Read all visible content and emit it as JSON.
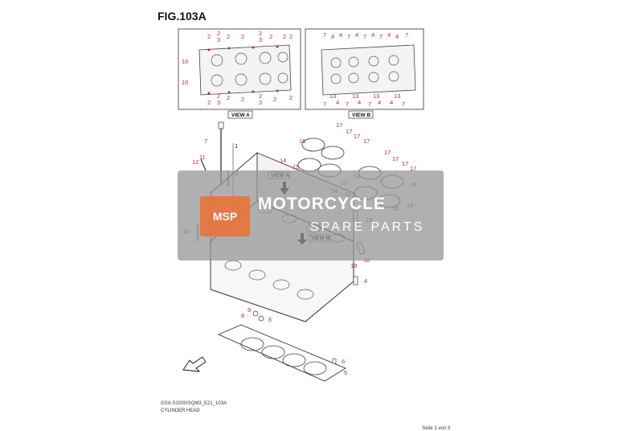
{
  "figure": {
    "title": "FIG.103A"
  },
  "views": {
    "a_label": "VIEW A",
    "b_label": "VIEW B"
  },
  "watermark": {
    "logo": "MSP",
    "line1": "MOTORCYCLE",
    "line2": "SPARE PARTS"
  },
  "footer": {
    "code": "GSX-S1000/SQM3_E21_103A",
    "name": "CYLINDER HEAD",
    "page": "Seite 1 von 3"
  },
  "callouts": {
    "c1": "1",
    "c2": "2",
    "c3": "3",
    "c4": "4",
    "c5": "5",
    "c6": "6",
    "c7": "7",
    "c8": "8",
    "c9": "9",
    "c10": "10",
    "c11": "11",
    "c12": "12",
    "c13": "13",
    "c14": "14",
    "c15": "15",
    "c16": "16",
    "c17": "17",
    "c18": "18",
    "c19": "19"
  },
  "colors": {
    "callout": "#b5302b",
    "line": "#333333",
    "watermark": "#969696",
    "logo": "#e8743b"
  }
}
